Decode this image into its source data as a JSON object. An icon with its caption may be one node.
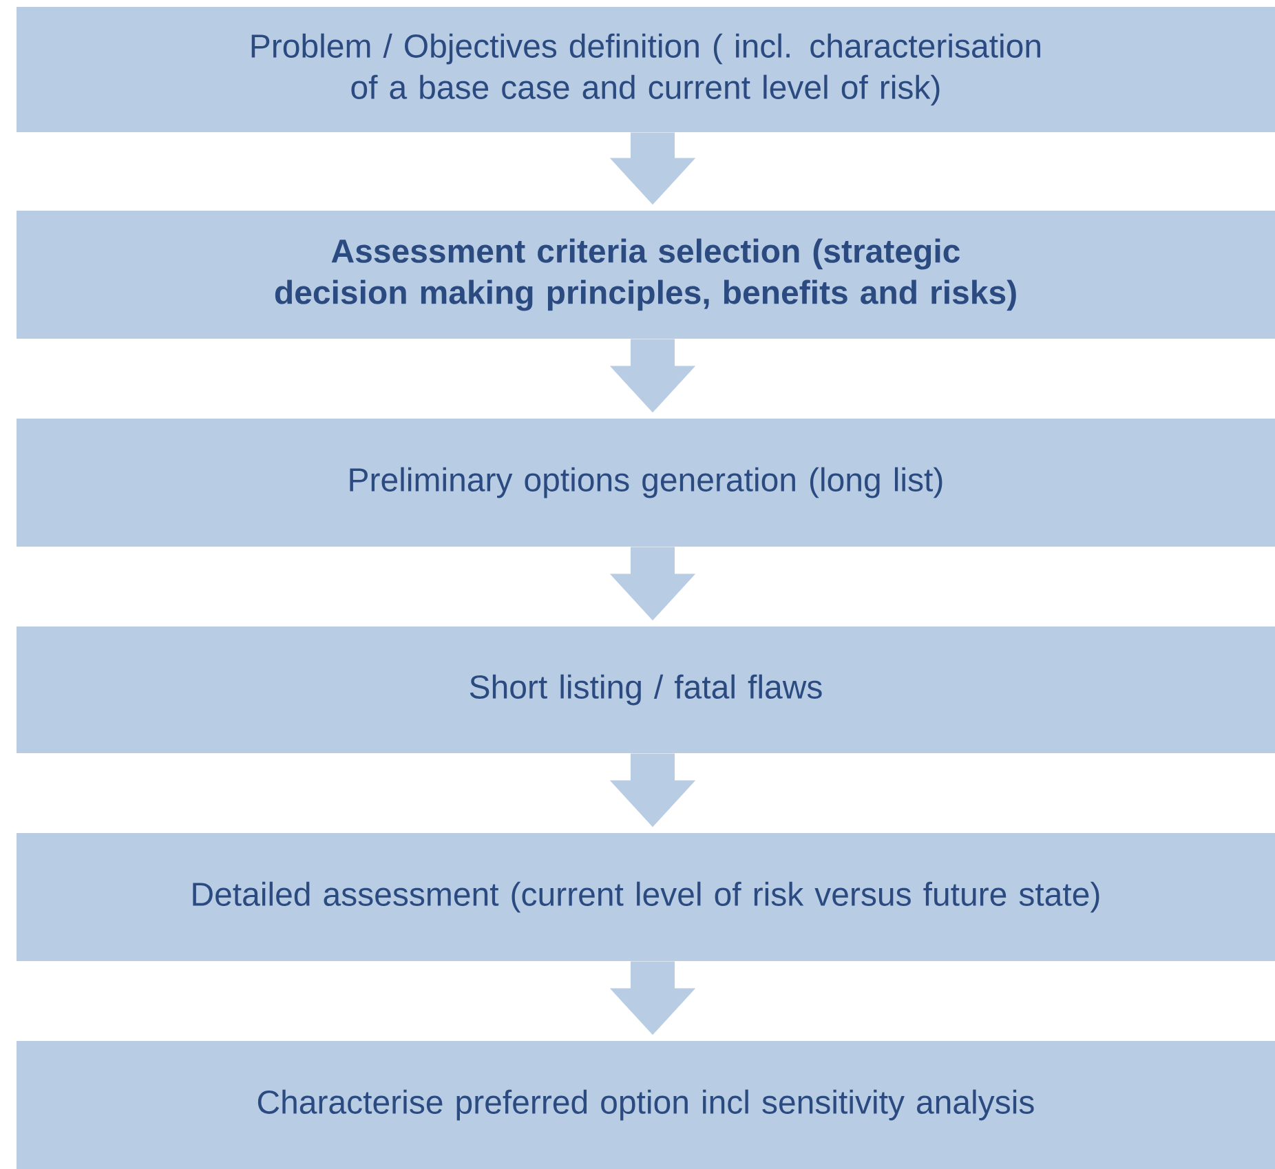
{
  "diagram": {
    "nodes": [
      {
        "text": [
          "Problem / Objectives definition ( incl. characterisation of a base case and current level of risk)"
        ]
      },
      {
        "text": [
          "Assessment criteria selection (strategic decision making principles, benefits and risks)"
        ]
      },
      {
        "text": [
          "Preliminary options generation (long list)"
        ]
      },
      {
        "text": [
          "Short listing / fatal flaws"
        ]
      },
      {
        "text": [
          "Detailed assessment (current level of risk versus future state)"
        ]
      },
      {
        "text": [
          "Characterise preferred option incl sensitivity analysis"
        ]
      }
    ],
    "edges": [
      {
        "from": 0,
        "to": 1,
        "arrow": "to"
      },
      {
        "from": 1,
        "to": 2,
        "arrow": "to"
      },
      {
        "from": 2,
        "to": 3,
        "arrow": "to"
      },
      {
        "from": 3,
        "to": 4,
        "arrow": "to"
      },
      {
        "from": 4,
        "to": 5,
        "arrow": "to"
      }
    ]
  }
}
